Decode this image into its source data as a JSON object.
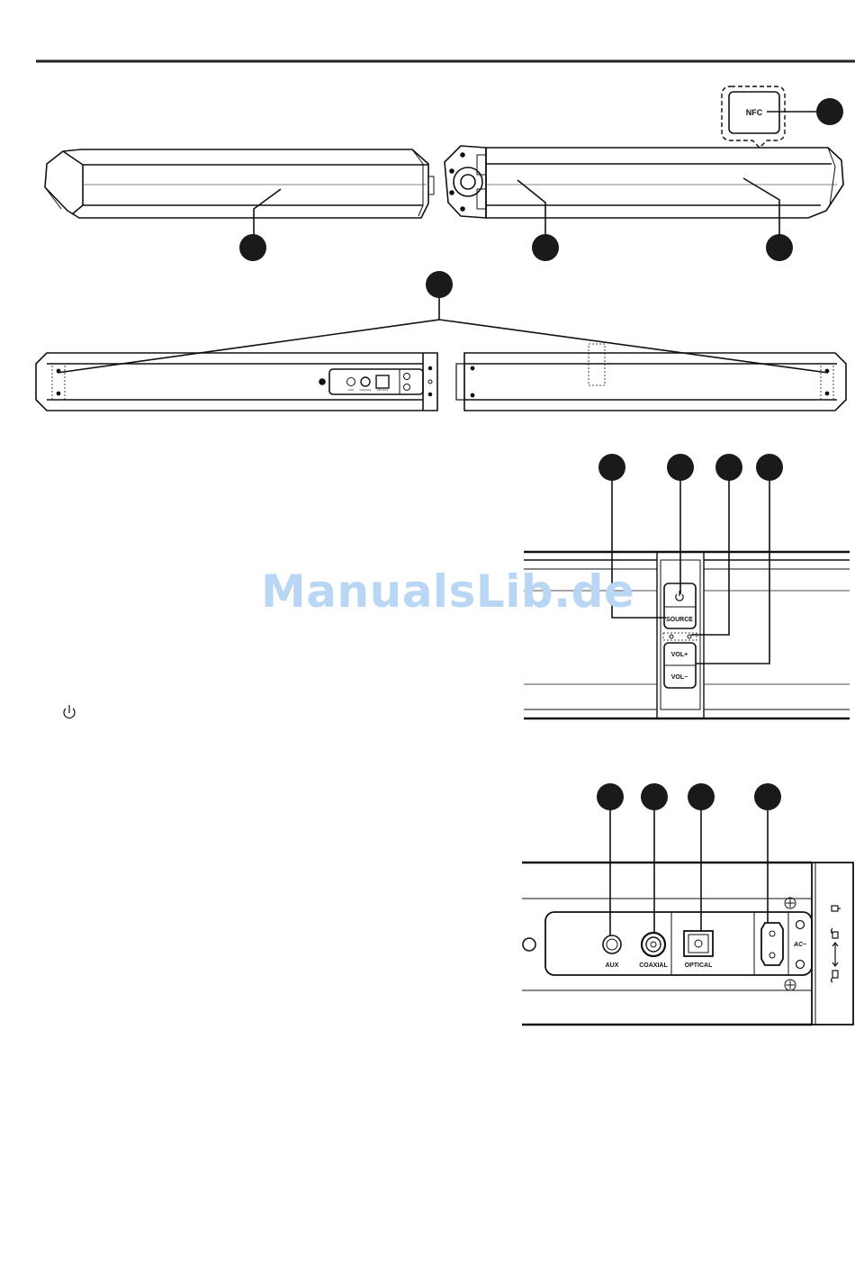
{
  "watermark": {
    "text": "ManualsLib.de",
    "color": "#b9d6f5"
  },
  "nfc_label": "NFC",
  "top_panel": {
    "power_icon": "power-icon",
    "source": "SOURCE",
    "vol_up": "VOL+",
    "vol_down": "VOL−"
  },
  "rear_panel": {
    "aux": "AUX",
    "coaxial": "COAXIAL",
    "optical": "OPTICAL",
    "ac": "AC~"
  },
  "small_panel": {
    "aux": "AUX",
    "coaxial": "COAXIAL",
    "optical": "OPTICAL"
  },
  "side_icon": "power-icon",
  "callout_color": "#1a1a1a"
}
